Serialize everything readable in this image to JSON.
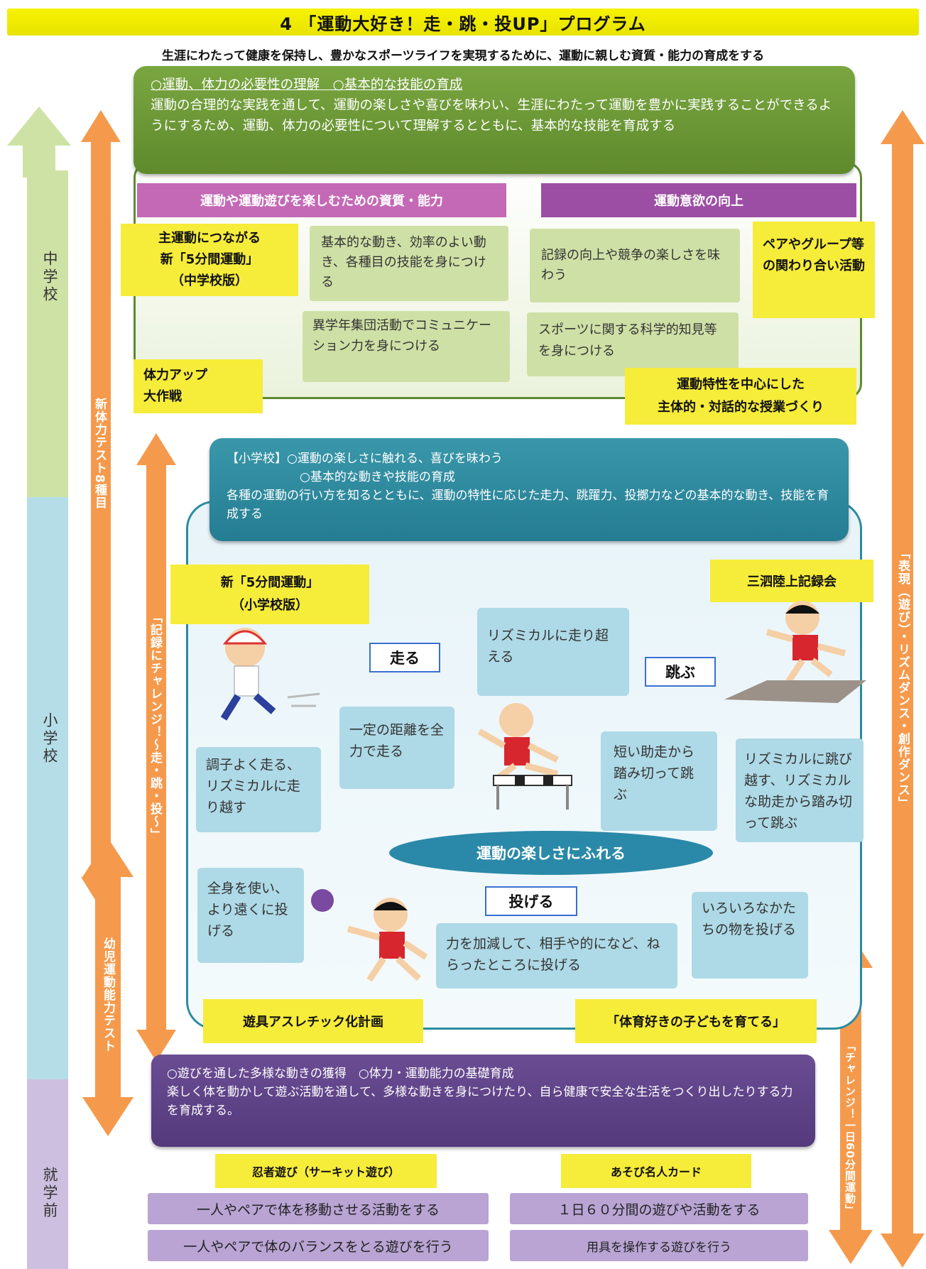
{
  "title": "4 「運動大好き！走・跳・投UP」プログラム",
  "subtitle": "生涯にわたって健康を保持し、豊かなスポーツライフを実現するために、運動に親しむ資質・能力の育成をする",
  "stages": {
    "junior_high": "中学校",
    "elementary": "小学校",
    "preschool": "就学前"
  },
  "side_arrows": {
    "fitness_test": "新体力テスト8種目",
    "record_challenge": "「記録にチャレンジ！～走・跳・投～」",
    "infant_test": "幼児運動能力テスト",
    "expression": "「表現（遊び）・リズムダンス・創作ダンス」",
    "sixty_min": "「チャレンジ！一日60分間運動」"
  },
  "junior_high": {
    "head_line1": "○運動、体力の必要性の理解　○基本的な技能の育成",
    "head_body": "運動の合理的な実践を通して、運動の楽しさや喜びを味わい、生涯にわたって運動を豊かに実践することができるようにするため、運動、体力の必要性について理解するとともに、基本的な技能を育成する",
    "left_bar": "運動や運動遊びを楽しむための資質・能力",
    "right_bar": "運動意欲の向上",
    "y_new5min": "主運動につながる\n新「5分間運動」\n（中学校版）",
    "g_skill": "基本的な動き、効率のよい動き、各種目の技能を身につける",
    "g_record": "記録の向上や競争の楽しさを味わう",
    "y_pair": "ペアやグループ等の関わり合い活動",
    "g_communication": "異学年集団活動でコミュニケーション力を身につける",
    "g_science": "スポーツに関する科学的知見等を身につける",
    "y_fitness_up": "体力アップ\n大作戦",
    "y_lesson": "運動特性を中心にした\n主体的・対話的な授業づくり"
  },
  "elementary": {
    "head_line1": "【小学校】○運動の楽しさに触れる、喜びを味わう",
    "head_line2": "○基本的な動きや技能の育成",
    "head_body": "各種の運動の行い方を知るとともに、運動の特性に応じた走力、跳躍力、投擲力などの基本的な動き、技能を育成する",
    "y_new5min": "新「5分間運動」\n（小学校版）",
    "y_meet": "三泗陸上記録会",
    "label_run": "走る",
    "label_jump": "跳ぶ",
    "label_throw": "投げる",
    "b_rhythm_run": "リズミカルに走り超える",
    "b_distance": "一定の距離を全力で走る",
    "b_tempo": "調子よく走る、リズミカルに走り越す",
    "b_short_jump": "短い助走から踏み切って跳ぶ",
    "b_rhythm_jump": "リズミカルに跳び越す、リズミカルな助走から踏み切って跳ぶ",
    "center_oval": "運動の楽しさにふれる",
    "b_whole_body": "全身を使い、より遠くに投げる",
    "b_target": "力を加減して、相手や的になど、ねらったところに投げる",
    "b_various": "いろいろなかたちの物を投げる",
    "y_playground": "遊具アスレチック化計画",
    "y_raise": "「体育好きの子どもを育てる」"
  },
  "preschool": {
    "head_line1": "○遊びを通した多様な動きの獲得　○体力・運動能力の基礎育成",
    "head_body": "楽しく体を動かして遊ぶ活動を通して、多様な動きを身につけたり、自ら健康で安全な生活をつくり出したりする力を育成する。",
    "y_ninja": "忍者遊び（サーキット遊び）",
    "y_card": "あそび名人カード",
    "p_move": "一人やペアで体を移動させる活動をする",
    "p_60": "１日６０分間の遊びや活動をする",
    "p_balance": "一人やペアで体のバランスをとる遊びを行う",
    "p_tools": "用具を操作する遊びを行う"
  },
  "colors": {
    "banner": "#f0eb00",
    "green": "#6a9a36",
    "blue": "#2a8ba0",
    "purple": "#5d4386",
    "orange": "#f59a4c",
    "yellow": "#f6ec3a"
  }
}
